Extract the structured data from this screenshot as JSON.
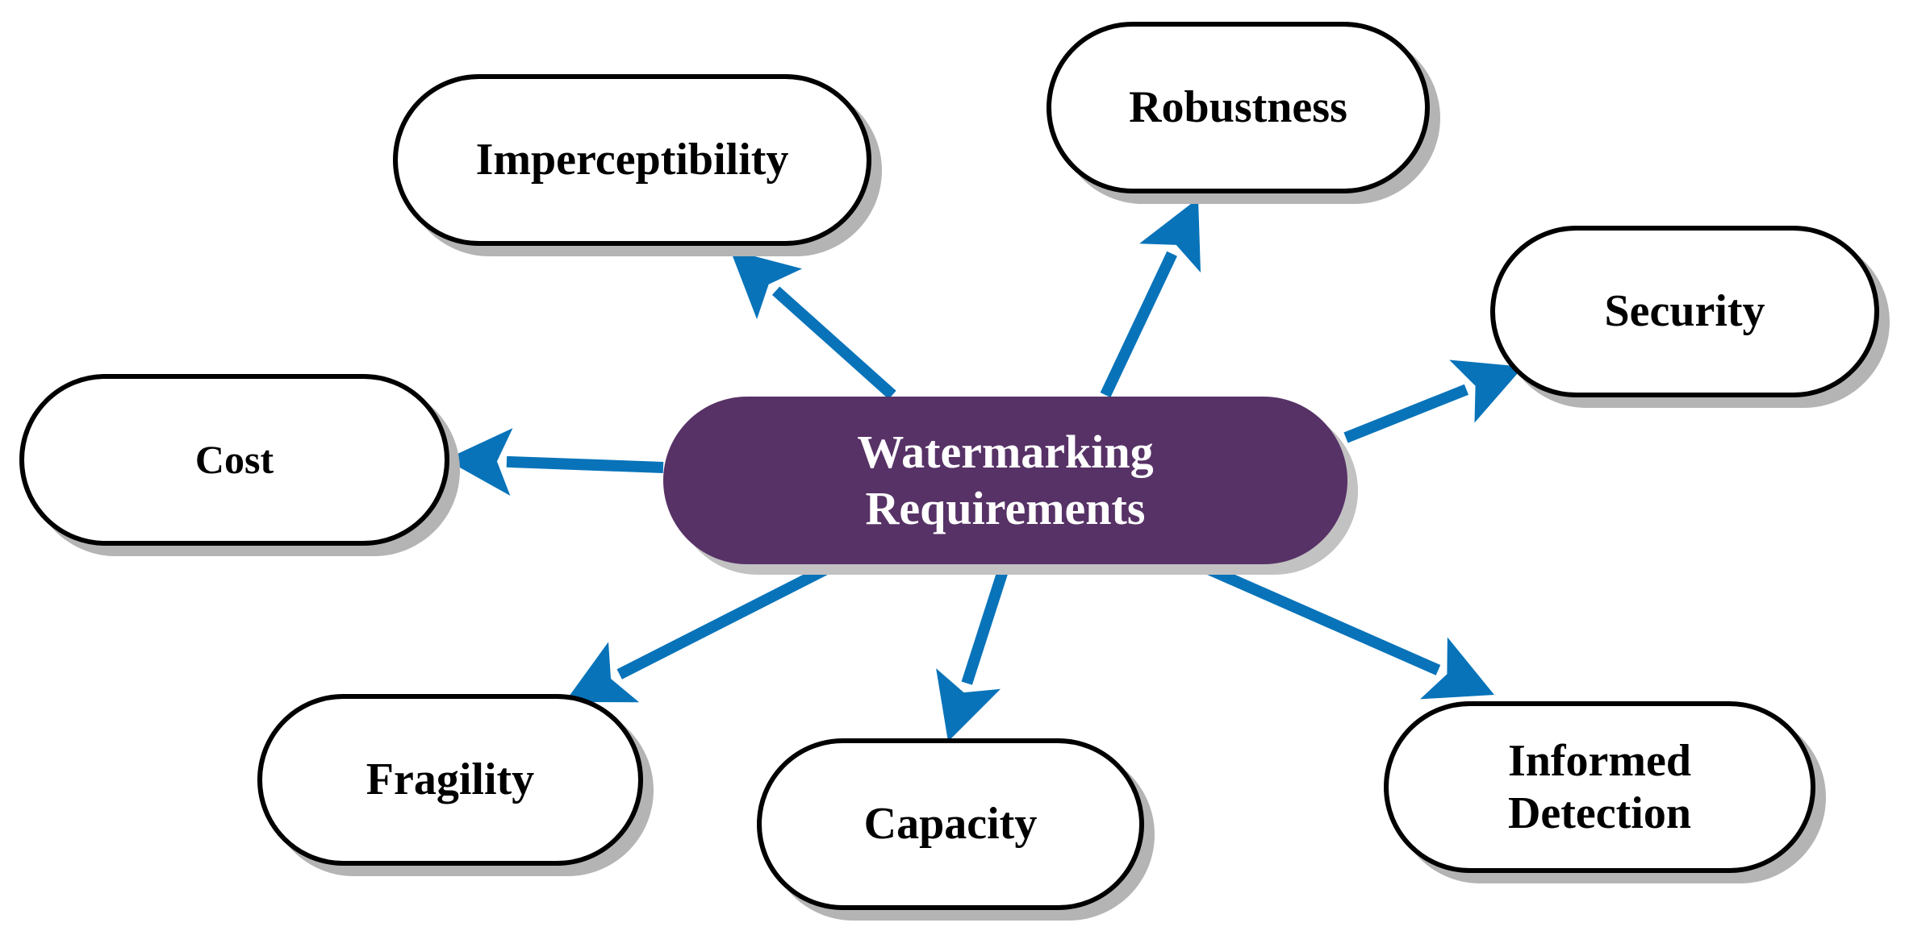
{
  "center": {
    "label": "Watermarking\nRequirements"
  },
  "nodes": [
    {
      "id": "imperceptibility",
      "label": "Imperceptibility"
    },
    {
      "id": "robustness",
      "label": "Robustness"
    },
    {
      "id": "security",
      "label": "Security"
    },
    {
      "id": "cost",
      "label": "Cost"
    },
    {
      "id": "fragility",
      "label": "Fragility"
    },
    {
      "id": "capacity",
      "label": "Capacity"
    },
    {
      "id": "informed-detection",
      "label": "Informed\nDetection"
    }
  ],
  "colors": {
    "center_fill": "#573266",
    "arrow": "#0873B9",
    "node_border": "#000000",
    "shadow": "#B4B4B4"
  }
}
